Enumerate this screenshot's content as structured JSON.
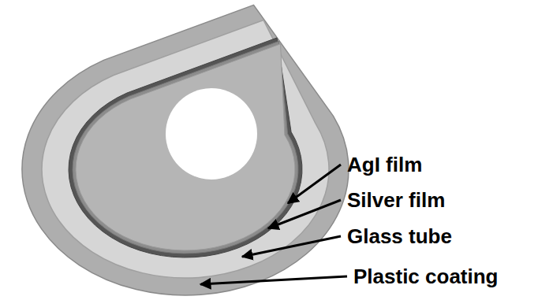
{
  "diagram": {
    "labels": [
      "AgI film",
      "Silver film",
      "Glass tube",
      "Plastic coating"
    ]
  }
}
